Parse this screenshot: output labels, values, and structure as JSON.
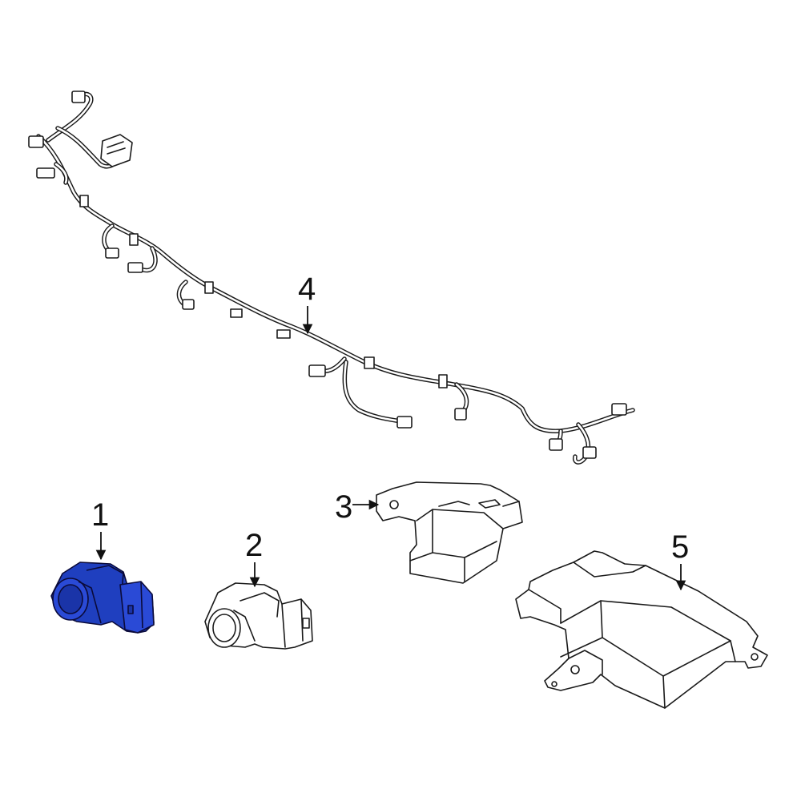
{
  "diagram": {
    "callouts": [
      {
        "id": "1",
        "label": "1"
      },
      {
        "id": "2",
        "label": "2"
      },
      {
        "id": "3",
        "label": "3"
      },
      {
        "id": "4",
        "label": "4"
      },
      {
        "id": "5",
        "label": "5"
      }
    ],
    "parts": [
      {
        "callout": "1",
        "icon": "parking-sensor-icon",
        "highlighted": true
      },
      {
        "callout": "2",
        "icon": "parking-sensor-icon",
        "highlighted": false
      },
      {
        "callout": "3",
        "icon": "bracket-module-icon",
        "highlighted": false
      },
      {
        "callout": "4",
        "icon": "wiring-harness-icon",
        "highlighted": false
      },
      {
        "callout": "5",
        "icon": "control-module-icon",
        "highlighted": false
      }
    ],
    "colors": {
      "highlight": "#1f3fbf",
      "highlight_dark": "#14287f",
      "line": "#1a1a1a",
      "background": "#ffffff"
    }
  }
}
